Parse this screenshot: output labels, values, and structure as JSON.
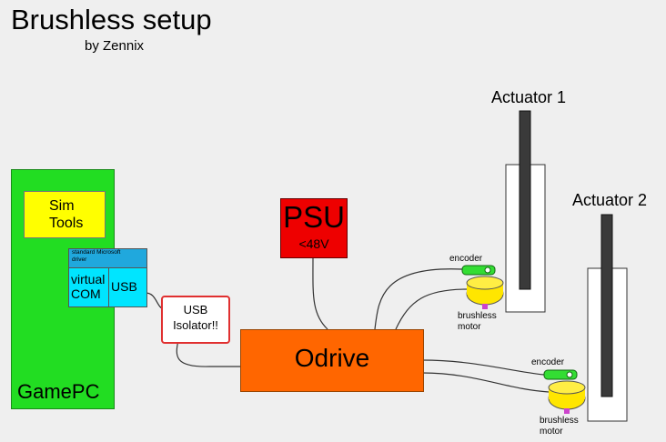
{
  "title": "Brushless setup",
  "subtitle": "by Zennix",
  "gamepc": {
    "label": "GamePC",
    "simtools_line1": "Sim",
    "simtools_line2": "Tools",
    "driver_label": "standard Microsoft driver",
    "virtual_com_line1": "virtual",
    "virtual_com_line2": "COM",
    "usb_label": "USB"
  },
  "usb_isolator": {
    "line1": "USB",
    "line2": "Isolator!!"
  },
  "psu": {
    "label": "PSU",
    "voltage": "<48V"
  },
  "odrive": {
    "label": "Odrive"
  },
  "actuator1": {
    "label": "Actuator 1",
    "encoder_label": "encoder",
    "motor_line1": "brushless",
    "motor_line2": "motor"
  },
  "actuator2": {
    "label": "Actuator 2",
    "encoder_label": "encoder",
    "motor_line1": "brushless",
    "motor_line2": "motor"
  },
  "colors": {
    "background": "#efefef",
    "gamepc": "#22dd22",
    "simtools": "#ffff00",
    "driver": "#20a8dd",
    "virtual_com": "#00e5ff",
    "isolator_border": "#e03030",
    "psu": "#ee0000",
    "odrive": "#ff6600",
    "encoder": "#33dd33",
    "motor": "#ffee00",
    "actuator_rod": "#3a3a3a"
  }
}
